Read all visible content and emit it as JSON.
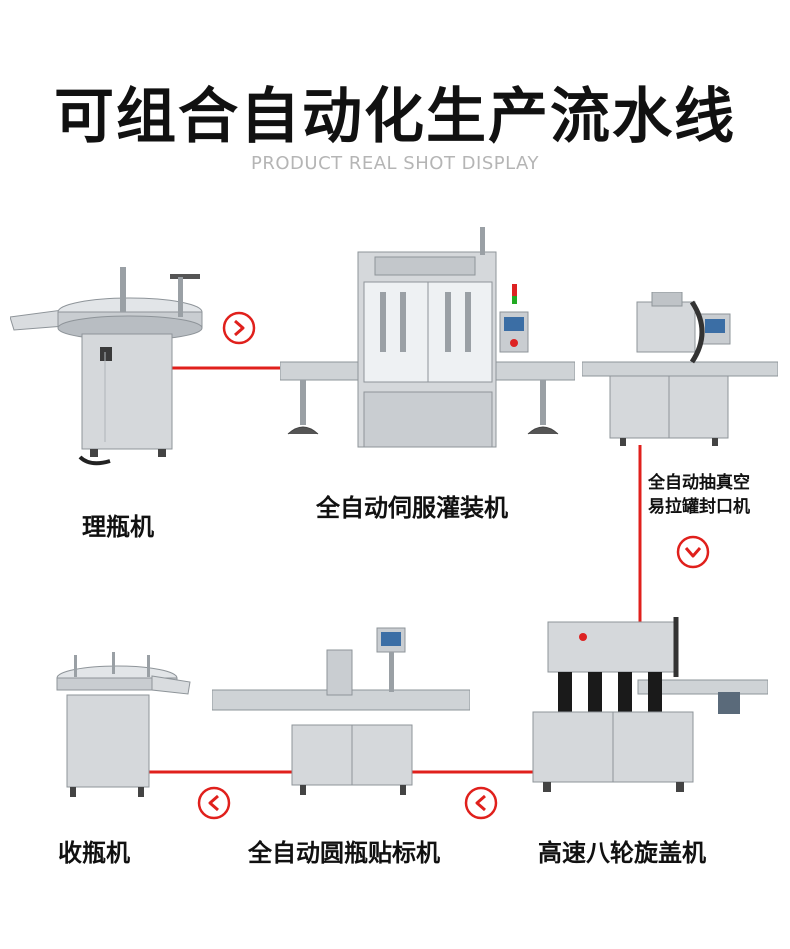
{
  "header": {
    "title": "可组合自动化生产流水线",
    "subtitle": "PRODUCT REAL SHOT DISPLAY"
  },
  "machines": {
    "bottle_sorter": {
      "label": "理瓶机"
    },
    "filler": {
      "label": "全自动伺服灌装机"
    },
    "sealer": {
      "label_line1": "全自动抽真空",
      "label_line2": "易拉罐封口机"
    },
    "capper": {
      "label": "高速八轮旋盖机"
    },
    "labeler": {
      "label": "全自动圆瓶贴标机"
    },
    "collector": {
      "label": "收瓶机"
    }
  },
  "colors": {
    "flow_line": "#e0201c",
    "steel": "#c9cdd1",
    "steel_dark": "#8e9499",
    "text": "#111111"
  }
}
